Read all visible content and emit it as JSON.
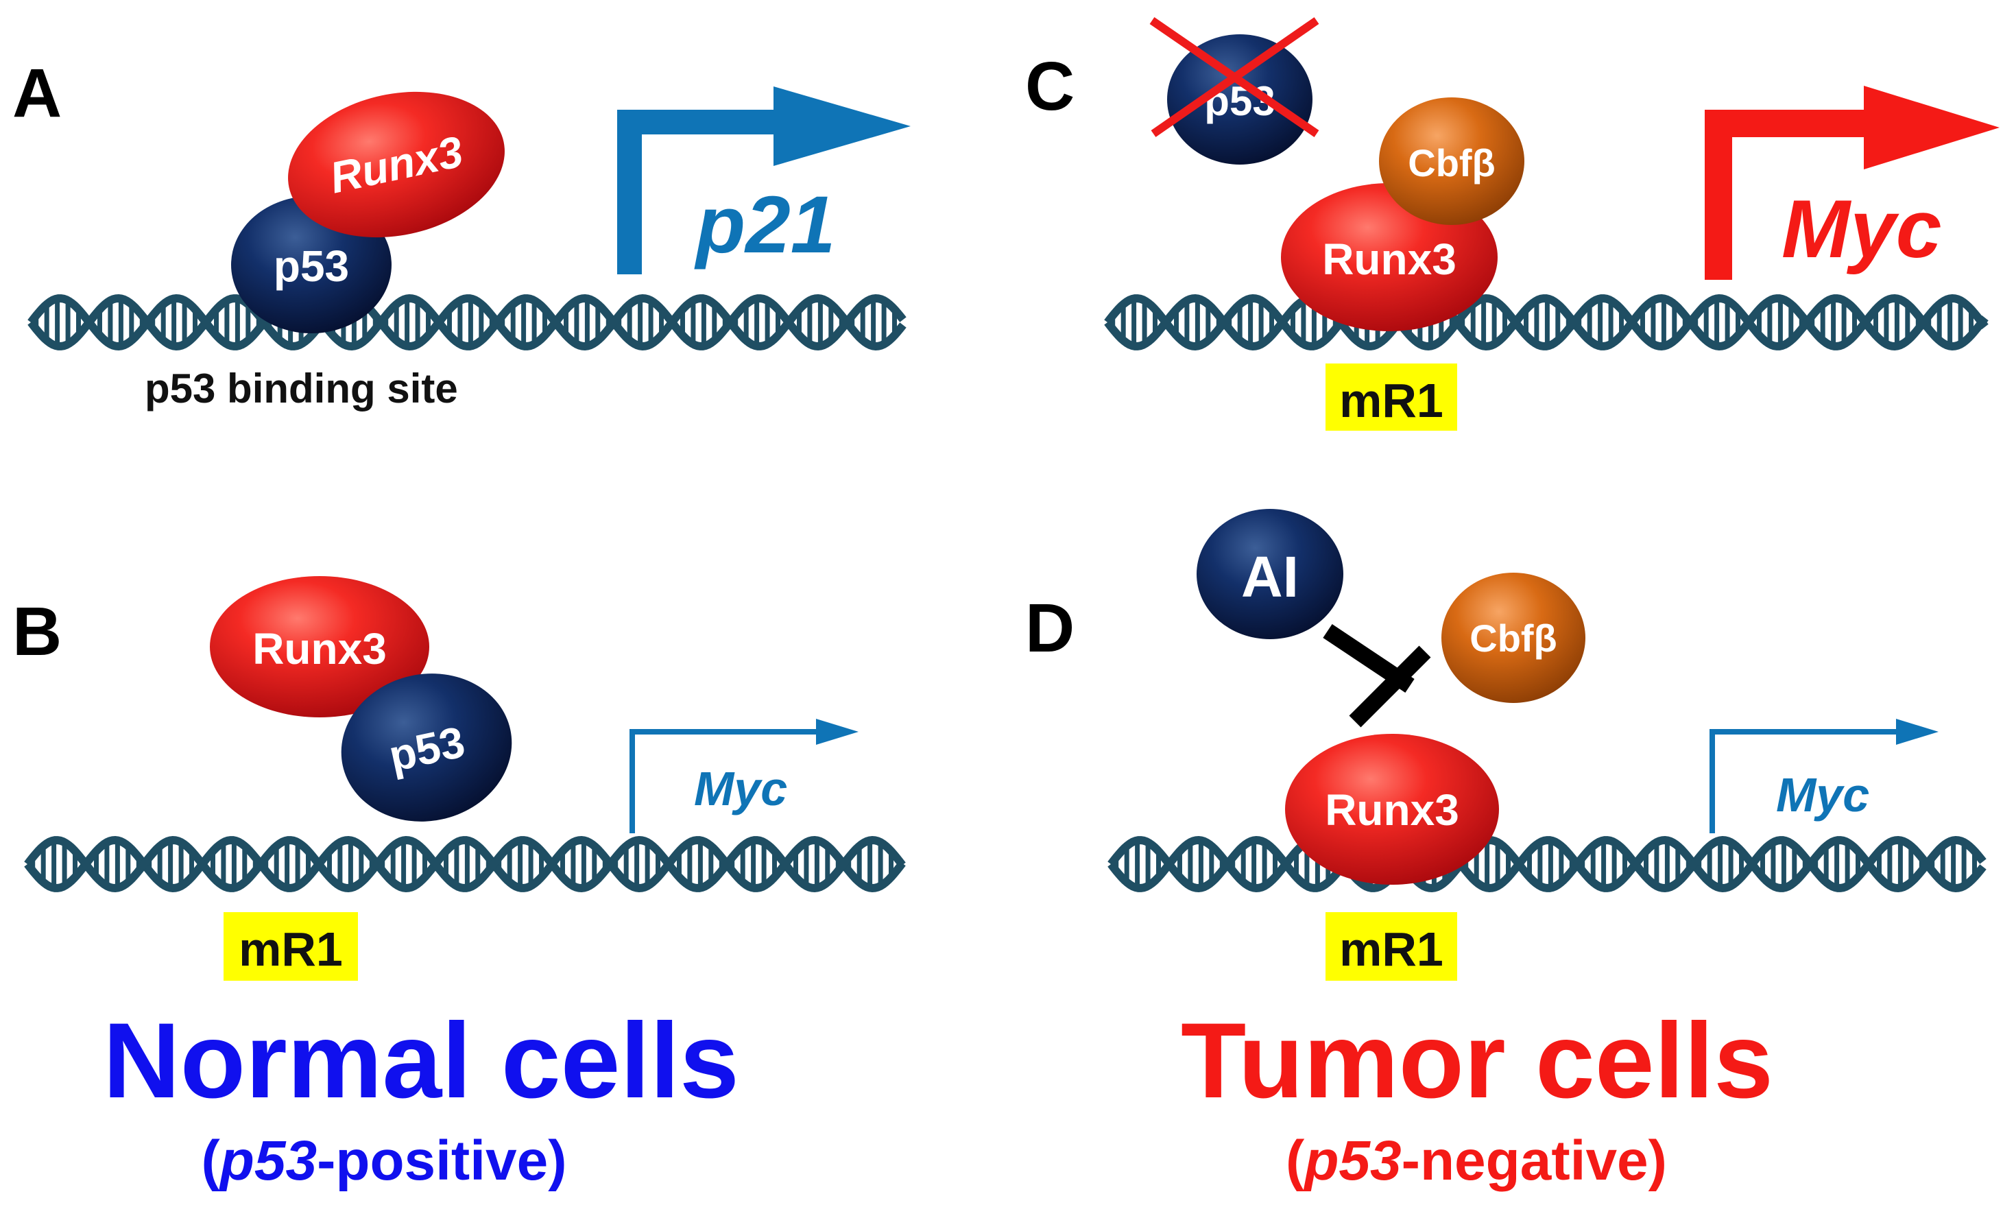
{
  "panels": {
    "a": {
      "letter": "A",
      "runx3": "Runx3",
      "p53": "p53",
      "gene": "p21",
      "site": "p53 binding site"
    },
    "b": {
      "letter": "B",
      "runx3": "Runx3",
      "p53": "p53",
      "gene": "Myc",
      "site": "mR1"
    },
    "c": {
      "letter": "C",
      "p53": "p53",
      "cbfb": "Cbfβ",
      "runx3": "Runx3",
      "gene": "Myc",
      "site": "mR1"
    },
    "d": {
      "letter": "D",
      "ai": "AI",
      "cbfb": "Cbfβ",
      "runx3": "Runx3",
      "gene": "Myc",
      "site": "mR1"
    }
  },
  "captions": {
    "normal_title": "Normal cells",
    "normal_open": "(",
    "normal_gene": "p53",
    "normal_rest": "-positive)",
    "tumor_title": "Tumor cells",
    "tumor_open": "(",
    "tumor_gene": "p53",
    "tumor_rest": "-negative)"
  },
  "colors": {
    "dna": "#1f4e63",
    "runx3": "#e8141a",
    "p53": "#0e2a5c",
    "cbfb": "#d56410",
    "blue_arrow": "#0f74b6",
    "red_arrow": "#f41a16",
    "highlight": "#ffff00",
    "normal_text": "#1010ee",
    "tumor_text": "#f41a16"
  }
}
